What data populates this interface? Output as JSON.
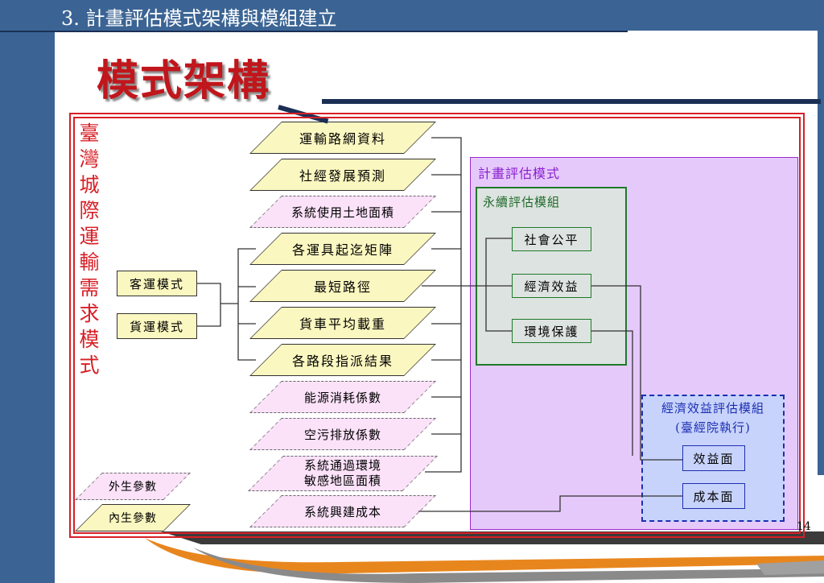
{
  "header": {
    "title": "3. 計畫評估模式架構與模組建立"
  },
  "slide": {
    "title": "模式架構",
    "page_number": "14"
  },
  "diagram": {
    "vertical_title": "臺灣城際運輸需求模式",
    "modes": {
      "passenger": "客運模式",
      "freight": "貨運模式"
    },
    "inputs": [
      "運輸路網資料",
      "社經發展預測",
      "系統使用土地面積",
      "各運具起迄矩陣",
      "最短路徑",
      "貨車平均載重",
      "各路段指派結果",
      "能源消耗係數",
      "空污排放係數",
      "系統通過環境",
      "敏感地區面積",
      "系統興建成本"
    ],
    "plan_model": {
      "label": "計畫評估模式",
      "sustainability": {
        "label": "永續評估模組",
        "items": [
          "社會公平",
          "經濟效益",
          "環境保護"
        ]
      },
      "economic": {
        "label_line1": "經濟效益評估模組",
        "label_line2": "(臺經院執行)",
        "items": [
          "效益面",
          "成本面"
        ]
      }
    },
    "legend": {
      "exogenous": "外生參數",
      "endogenous": "內生參數"
    },
    "colors": {
      "frame": "#d71f26",
      "endogenous_fill": "#fbf7c0",
      "exogenous_fill": "#fbe2f9",
      "plan_fill": "#e6c9fb",
      "sustain_border": "#1f7a2a",
      "econ_border": "#1c2fb0",
      "slide_band": "#3b6494"
    }
  }
}
